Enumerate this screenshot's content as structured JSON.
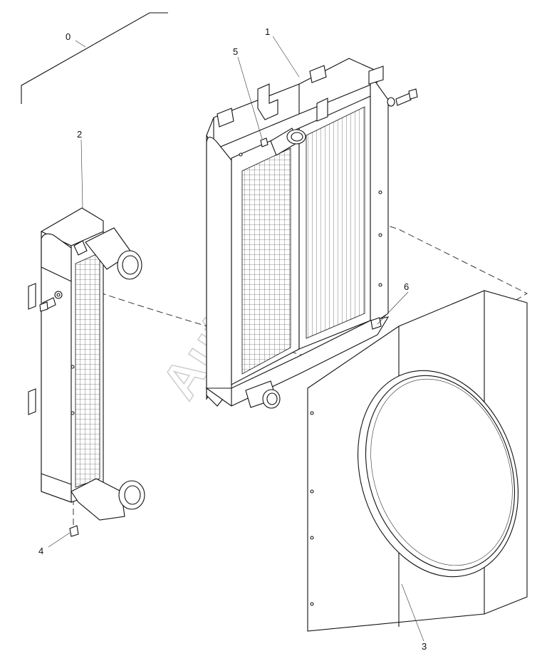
{
  "labels": {
    "part0": "0",
    "part1": "1",
    "part2": "2",
    "part3": "3",
    "part4": "4",
    "part5": "5",
    "part6": "6"
  },
  "watermark": "AutoSoft"
}
